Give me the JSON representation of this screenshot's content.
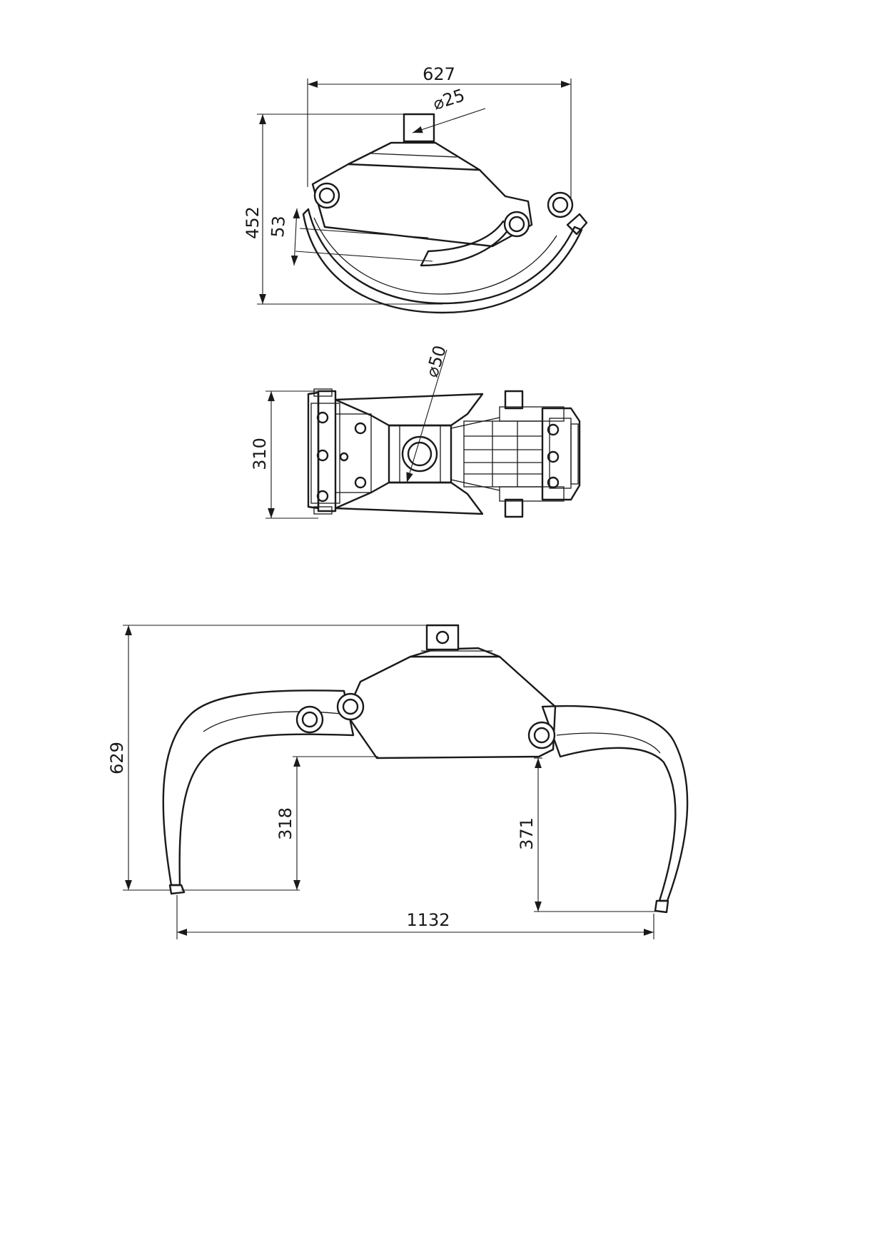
{
  "drawing": {
    "side_view": {
      "dims": {
        "width": "627",
        "height": "452",
        "pin_diameter": "⌀25",
        "jaw_offset": "53"
      }
    },
    "top_view": {
      "dims": {
        "width": "310",
        "bore_diameter": "⌀50"
      }
    },
    "front_view": {
      "dims": {
        "height": "629",
        "left_jaw_depth": "318",
        "right_jaw_depth": "371",
        "span": "1132"
      }
    }
  }
}
